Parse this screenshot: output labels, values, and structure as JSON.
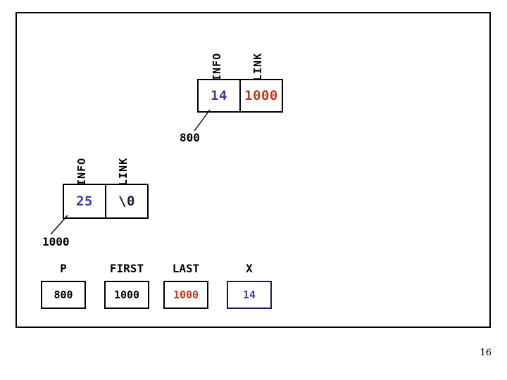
{
  "slide": {
    "page_number": "16",
    "colors": {
      "ink": "#000000",
      "info_blue": "#3B3B9E",
      "link_orange": "#C0391B",
      "frame": "#000000",
      "background": "#FFFFFF"
    }
  },
  "nodes": [
    {
      "id": "node-800",
      "address_label": "800",
      "headers": {
        "info": "INFO",
        "link": "LINK"
      },
      "info_value": "14",
      "link_value": "1000",
      "info_color": "#3B3B9E",
      "link_color": "#C0391B"
    },
    {
      "id": "node-1000",
      "address_label": "1000",
      "headers": {
        "info": "INFO",
        "link": "LINK"
      },
      "info_value": "25",
      "link_value": "\\0",
      "info_color": "#3B3B9E",
      "link_color": "#1A1A2E"
    }
  ],
  "variables": [
    {
      "name": "P",
      "label": "P",
      "value": "800",
      "value_color": "#000000",
      "border_color": "#000000"
    },
    {
      "name": "FIRST",
      "label": "FIRST",
      "value": "1000",
      "value_color": "#000000",
      "border_color": "#000000"
    },
    {
      "name": "LAST",
      "label": "LAST",
      "value": "1000",
      "value_color": "#C0391B",
      "border_color": "#000000"
    },
    {
      "name": "X",
      "label": "X",
      "value": "14",
      "value_color": "#3B3B9E",
      "border_color": "#1A1A5E"
    }
  ]
}
